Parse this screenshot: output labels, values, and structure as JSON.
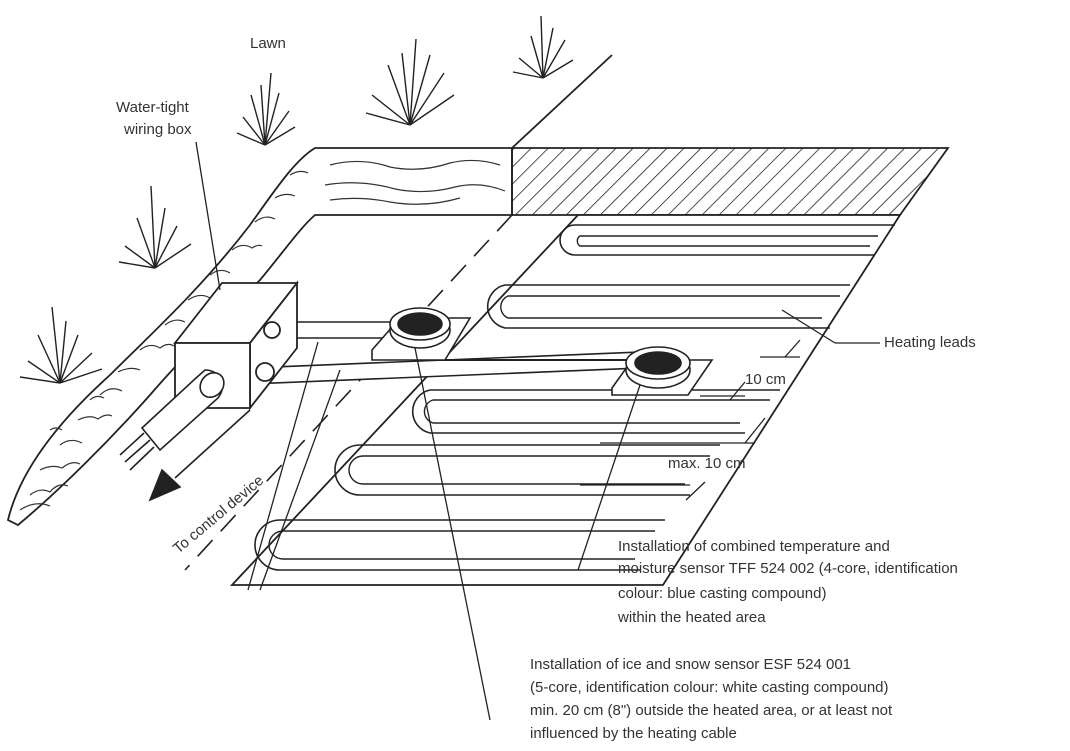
{
  "labels": {
    "lawn": "Lawn",
    "wiring_box": [
      "Water-tight",
      "wiring box"
    ],
    "heating_leads": "Heating leads",
    "spacing_10cm": "10 cm",
    "spacing_max": "max. 10 cm",
    "to_control": "To control device",
    "tff_sensor": [
      "Installation of combined temperature and",
      "moisture sensor TFF 524 002 (4-core, identification",
      "colour: blue casting compound)",
      "within the heated area"
    ],
    "esf_sensor": [
      "Installation of ice and snow sensor ESF 524 001",
      "(5-core, identification colour: white casting compound)",
      "min. 20 cm (8\") outside the heated area, or at least not",
      "influenced by the heating cable"
    ]
  }
}
